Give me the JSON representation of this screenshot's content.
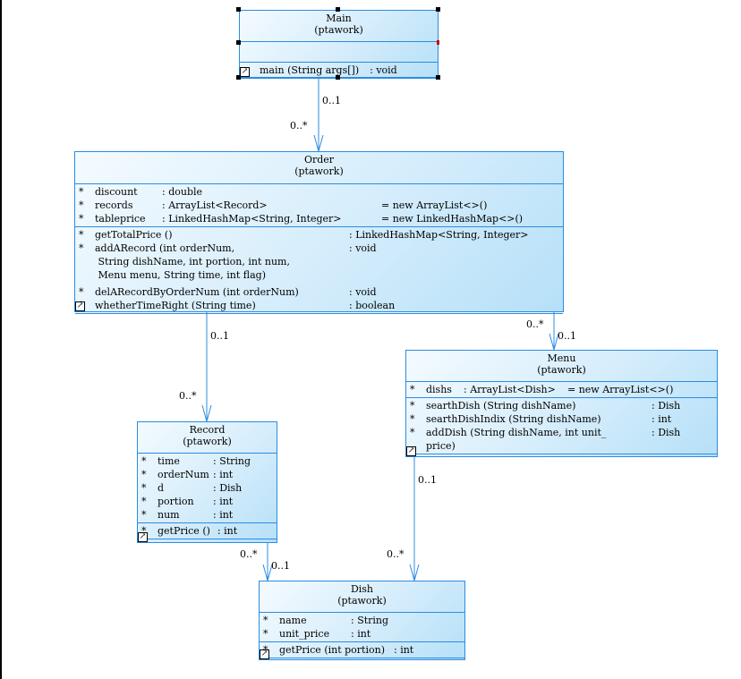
{
  "diagram": {
    "type": "UML class diagram",
    "colors": {
      "border": "#2b8ce0",
      "fill_start": "#f4fbff",
      "fill_end": "#b6e0f8",
      "selection_handle": "#000000"
    },
    "classes": {
      "main": {
        "name": "Main",
        "package": "(ptawork)",
        "attributes": [],
        "operations": [
          {
            "vis": "",
            "sig": "main (String args[])",
            "type": ": void"
          }
        ],
        "selected": true
      },
      "order": {
        "name": "Order",
        "package": "(ptawork)",
        "attributes": [
          {
            "vis": "*",
            "name": "discount",
            "type": ": double",
            "init": ""
          },
          {
            "vis": "*",
            "name": "records",
            "type": ": ArrayList<Record>",
            "init": "= new ArrayList<>()"
          },
          {
            "vis": "*",
            "name": "tableprice",
            "type": ": LinkedHashMap<String, Integer>",
            "init": "= new LinkedHashMap<>()"
          }
        ],
        "operations": [
          {
            "vis": "*",
            "sig": "getTotalPrice ()",
            "type": ": LinkedHashMap<String, Integer>"
          },
          {
            "vis": "*",
            "sig": "addARecord (int orderNum,",
            "type": ": void"
          },
          {
            "vis": "",
            "sig": " String dishName, int portion, int num,",
            "type": ""
          },
          {
            "vis": "",
            "sig": " Menu menu, String time, int flag)",
            "type": ""
          },
          {
            "vis": "*",
            "sig": "delARecordByOrderNum (int orderNum)",
            "type": ": void"
          },
          {
            "vis": "*",
            "sig": "whetherTimeRight (String time)",
            "type": ": boolean"
          }
        ]
      },
      "menu": {
        "name": "Menu",
        "package": "(ptawork)",
        "attributes": [
          {
            "vis": "*",
            "name": "dishs",
            "type": ": ArrayList<Dish>",
            "init": "= new ArrayList<>()"
          }
        ],
        "operations": [
          {
            "vis": "*",
            "sig": "searthDish (String dishName)",
            "type": ": Dish"
          },
          {
            "vis": "*",
            "sig": "searthDishIndix (String dishName)",
            "type": ": int"
          },
          {
            "vis": "*",
            "sig": "addDish (String dishName, int unit_",
            "type": ": Dish"
          },
          {
            "vis": "",
            "sig": "price)",
            "type": ""
          }
        ]
      },
      "record": {
        "name": "Record",
        "package": "(ptawork)",
        "attributes": [
          {
            "vis": "*",
            "name": "time",
            "type": ": String"
          },
          {
            "vis": "*",
            "name": "orderNum",
            "type": ": int"
          },
          {
            "vis": "*",
            "name": "d",
            "type": ": Dish"
          },
          {
            "vis": "*",
            "name": "portion",
            "type": ": int"
          },
          {
            "vis": "*",
            "name": "num",
            "type": ": int"
          }
        ],
        "operations": [
          {
            "vis": "*",
            "sig": "getPrice ()",
            "type": ": int"
          }
        ]
      },
      "dish": {
        "name": "Dish",
        "package": "(ptawork)",
        "attributes": [
          {
            "vis": "*",
            "name": "name",
            "type": ": String"
          },
          {
            "vis": "*",
            "name": "unit_price",
            "type": ": int"
          }
        ],
        "operations": [
          {
            "vis": "*",
            "sig": "getPrice (int portion)",
            "type": ": int"
          }
        ]
      }
    },
    "associations": [
      {
        "from": "Main",
        "to": "Order",
        "source_mult": "0..1",
        "target_mult": "0..*"
      },
      {
        "from": "Order",
        "to": "Record",
        "source_mult": "0..1",
        "target_mult": "0..*"
      },
      {
        "from": "Order",
        "to": "Menu",
        "source_mult": "0..*",
        "target_mult": "0..1"
      },
      {
        "from": "Menu",
        "to": "Dish",
        "source_mult": "0..1",
        "target_mult": "0..*"
      },
      {
        "from": "Record",
        "to": "Dish",
        "source_mult": "0..*",
        "target_mult": "0..1"
      }
    ],
    "link_icon_glyph": "↗"
  }
}
